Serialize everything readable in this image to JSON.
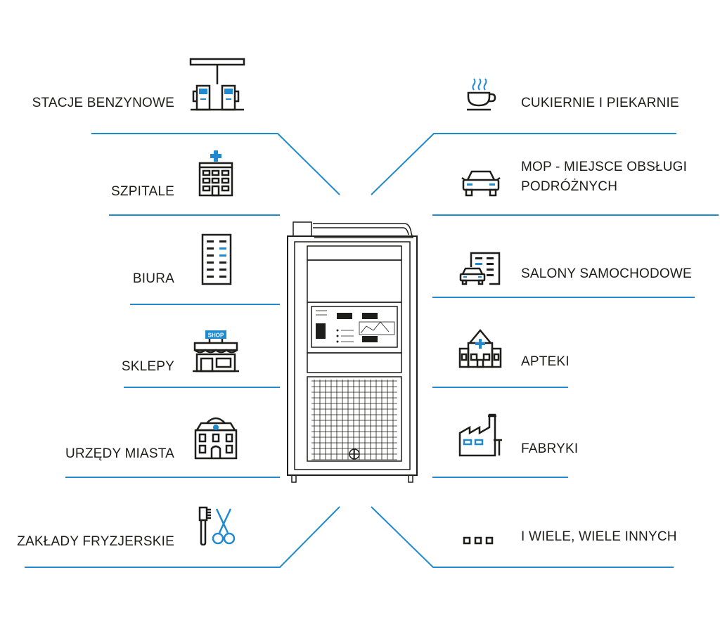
{
  "colors": {
    "accent": "#1f8ad0",
    "ink": "#1d1d1b"
  },
  "left_items": [
    {
      "label": "STACJE BENZYNOWE",
      "icon": "gas-station-icon"
    },
    {
      "label": "SZPITALE",
      "icon": "hospital-icon"
    },
    {
      "label": "BIURA",
      "icon": "office-building-icon"
    },
    {
      "label": "SKLEPY",
      "icon": "shop-icon"
    },
    {
      "label": "URZĘDY MIASTA",
      "icon": "city-hall-icon"
    },
    {
      "label": "ZAKŁADY FRYZJERSKIE",
      "icon": "comb-scissors-icon"
    }
  ],
  "right_items": [
    {
      "label": "CUKIERNIE I PIEKARNIE",
      "icon": "coffee-cup-icon"
    },
    {
      "label_line1": "MOP - MIEJSCE OBSŁUGI",
      "label_line2": "PODRÓŻNYCH",
      "icon": "car-icon"
    },
    {
      "label": "SALONY SAMOCHODOWE",
      "icon": "car-dealership-icon"
    },
    {
      "label": "APTEKI",
      "icon": "pharmacy-icon"
    },
    {
      "label": "FABRYKI",
      "icon": "factory-icon"
    },
    {
      "label": "I WIELE, WIELE INNYCH",
      "icon": "ellipsis-icon"
    }
  ],
  "center": {
    "icon": "ice-machine-icon"
  }
}
